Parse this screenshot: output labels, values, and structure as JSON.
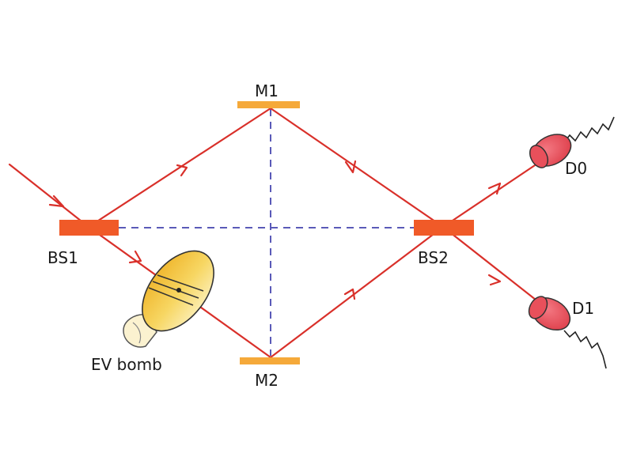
{
  "labels": {
    "m1": "M1",
    "m2": "M2",
    "bs1": "BS1",
    "bs2": "BS2",
    "d0": "D0",
    "d1": "D1",
    "bomb": "EV bomb"
  },
  "colors": {
    "beam": "#d9302a",
    "beam_splitter": "#f05a28",
    "mirror": "#f5a93a",
    "dashed_axis": "#5a5ab8",
    "detector_fill": "#e8505b",
    "bomb_body": "#f2c84a"
  },
  "icons": {
    "detector": "photodetector-icon",
    "bomb": "bomb-icon"
  }
}
